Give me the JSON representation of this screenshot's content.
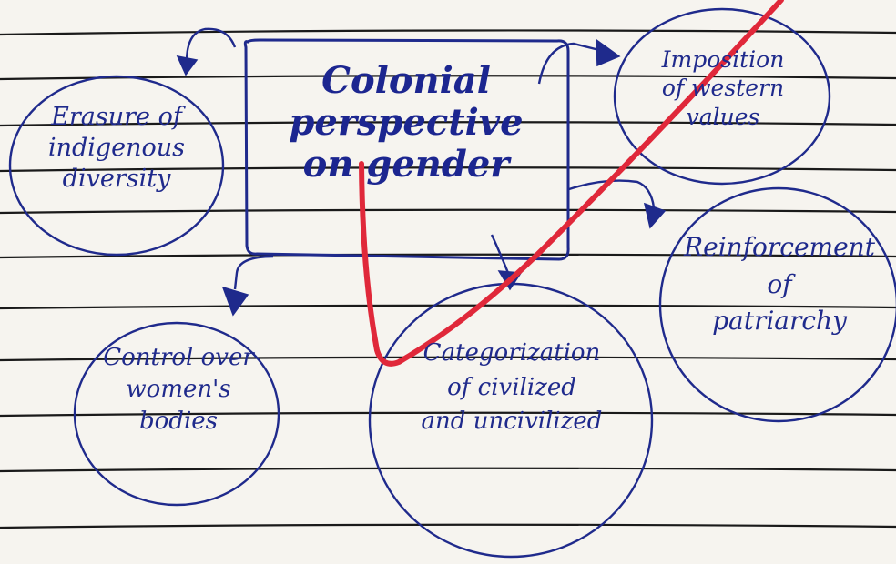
{
  "diagram": {
    "central_topic": {
      "lines": [
        "Colonial",
        "perspective",
        "on gender"
      ]
    },
    "nodes": [
      {
        "id": "erasure",
        "lines": [
          "Erasure of",
          "indigenous",
          "diversity"
        ]
      },
      {
        "id": "imposition",
        "lines": [
          "Imposition",
          "of western",
          "values"
        ]
      },
      {
        "id": "reinforcement",
        "lines": [
          "Reinforcement",
          "of",
          "patriarchy"
        ]
      },
      {
        "id": "control",
        "lines": [
          "Control over",
          "women's",
          "bodies"
        ]
      },
      {
        "id": "categorization",
        "lines": [
          "Categorization",
          "of civilized",
          "and uncivilized"
        ]
      }
    ]
  },
  "colors": {
    "paper": "#f6f4ef",
    "ruled_line": "#1a1a1a",
    "ink": "#1f2a8c",
    "red_mark": "#e0283a"
  }
}
